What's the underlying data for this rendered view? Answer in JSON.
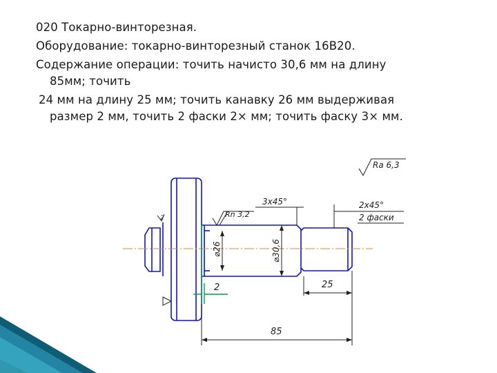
{
  "text": {
    "line1": "020 Токарно-винторезная.",
    "line2": "Оборудование: токарно-винторезный станок 16В20.",
    "line3a": "Содержание операции: точить начисто  30,6 мм на длину",
    "line3b": "85мм; точить",
    "line4a": "24 мм на длину 25 мм; точить канавку 26 мм выдерживая",
    "line4b": "размер 2 мм, точить 2 фаски 2× мм; точить фаску 3× мм."
  },
  "drawing": {
    "roughness_general": "Ra 6,3",
    "roughness_local": "Rn 3,2",
    "chamfer_left": "3x45°",
    "chamfer_right": "2x45°",
    "chamfer_note": "2 фаски",
    "dia_groove": "⌀26",
    "dia_main": "⌀30,6",
    "dim_groove_width": "2",
    "dim_step_length": "25",
    "dim_total_length": "85",
    "chuck_mark": "2"
  },
  "colors": {
    "outline": "#1010d0",
    "dimension": "#202020",
    "green_dim": "#00a050",
    "center_line": "#e08a30",
    "corner_dark": "#0e5d73",
    "corner_light": "#3fb0c9"
  }
}
